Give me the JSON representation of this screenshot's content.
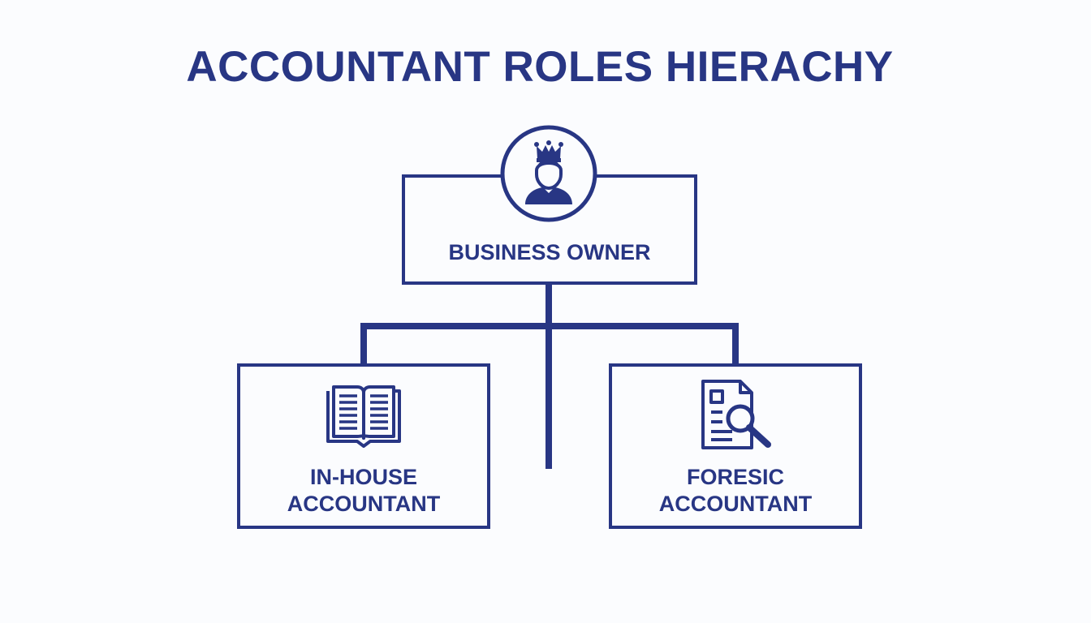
{
  "page": {
    "title": "ACCOUNTANT ROLES HIERACHY"
  },
  "colors": {
    "primary": "#283684",
    "background": "#fbfcfe"
  },
  "hierarchy": {
    "root": {
      "label": "BUSINESS OWNER",
      "icon": "crowned-person-icon"
    },
    "children": [
      {
        "label_line1": "IN-HOUSE",
        "label_line2": "ACCOUNTANT",
        "icon": "open-book-icon"
      },
      {
        "label_line1": "FORESIC",
        "label_line2": "ACCOUNTANT",
        "icon": "document-search-icon"
      }
    ]
  }
}
